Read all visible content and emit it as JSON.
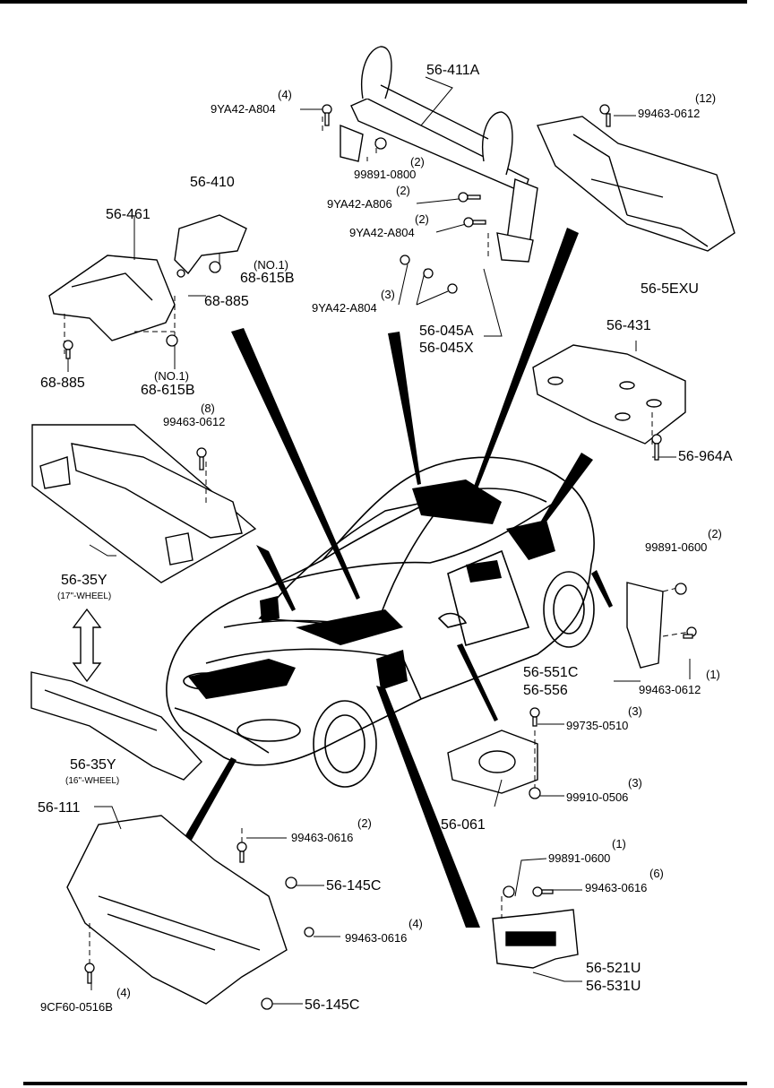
{
  "diagram": {
    "labels": {
      "p56_411A": "56-411A",
      "p9YA42_A804_top": "9YA42-A804",
      "qty_4_top": "(4)",
      "p99891_0800": "99891-0800",
      "qty_2_0800": "(2)",
      "p9YA42_A806": "9YA42-A806",
      "qty_2_a806": "(2)",
      "p9YA42_A804_mid": "9YA42-A804",
      "qty_2_a804": "(2)",
      "p9YA42_A804_low": "9YA42-A804",
      "qty_3_a804": "(3)",
      "p56_045A": "56-045A",
      "p56_045X": "56-045X",
      "p99463_0612_tr": "99463-0612",
      "qty_12": "(12)",
      "p56_5EXU": "56-5EXU",
      "p56_410": "56-410",
      "p56_461": "56-461",
      "p68_615B_1": "68-615B",
      "no1_a": "(NO.1)",
      "p68_885_a": "68-885",
      "p68_885_b": "68-885",
      "p68_615B_2": "68-615B",
      "no1_b": "(NO.1)",
      "p99463_0612_mid": "99463-0612",
      "qty_8": "(8)",
      "p56_431": "56-431",
      "p56_964A": "56-964A",
      "p56_35Y_17": "56-35Y",
      "wheel17": "(17\"-WHEEL)",
      "p56_35Y_16": "56-35Y",
      "wheel16": "(16\"-WHEEL)",
      "p99891_0600_r": "99891-0600",
      "qty_2_0600": "(2)",
      "p56_551C": "56-551C",
      "p56_556": "56-556",
      "p99463_0612_r": "99463-0612",
      "qty_1_0612": "(1)",
      "p99735_0510": "99735-0510",
      "qty_3_0510": "(3)",
      "p99910_0506": "99910-0506",
      "qty_3_0506": "(3)",
      "p56_061": "56-061",
      "p56_111": "56-111",
      "p99463_0616_a": "99463-0616",
      "qty_2_0616": "(2)",
      "p56_145C_a": "56-145C",
      "p99463_0616_b": "99463-0616",
      "qty_4_0616": "(4)",
      "p9CF60_0516B": "9CF60-0516B",
      "qty_4_cf60": "(4)",
      "p56_145C_b": "56-145C",
      "p99891_0600_b": "99891-0600",
      "qty_1_0600": "(1)",
      "p99463_0616_c": "99463-0616",
      "qty_6": "(6)",
      "p56_521U": "56-521U",
      "p56_531U": "56-531U"
    }
  }
}
